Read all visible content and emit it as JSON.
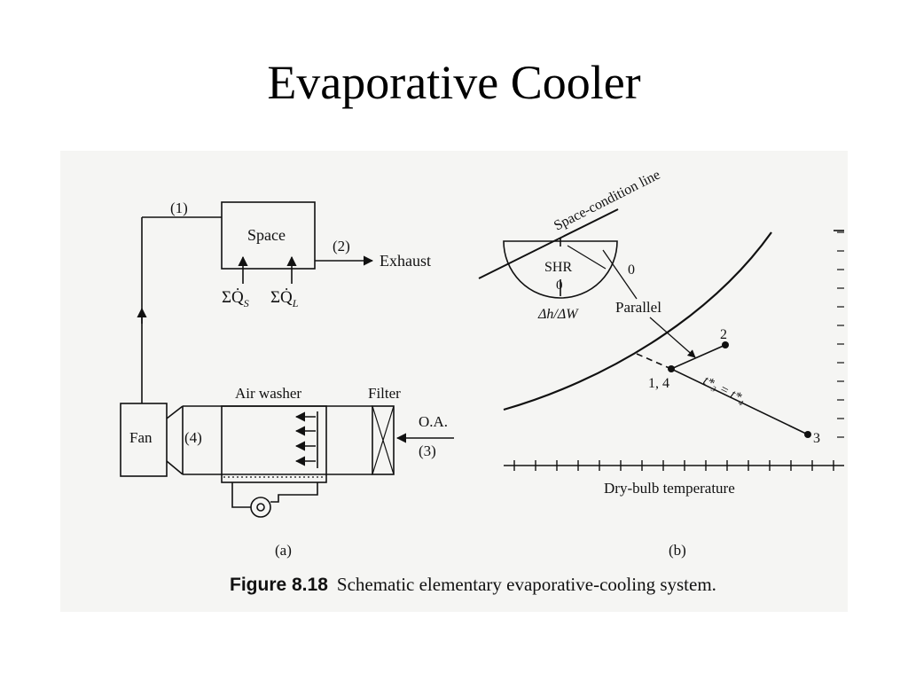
{
  "slide": {
    "title": "Evaporative Cooler"
  },
  "schematic": {
    "space_label": "Space",
    "state_1": "(1)",
    "state_2": "(2)",
    "state_3": "(3)",
    "state_4": "(4)",
    "exhaust_label": "Exhaust",
    "sensible_load": "ΣQ̇",
    "sensible_sub": "S",
    "latent_load": "ΣQ̇",
    "latent_sub": "L",
    "air_washer_label": "Air washer",
    "filter_label": "Filter",
    "fan_label": "Fan",
    "outside_air_label": "O.A.",
    "panel_label": "(a)"
  },
  "psychro": {
    "space_condition_label": "Space-condition line",
    "shr_label": "SHR",
    "zero_top": "0",
    "zero_inner": "0",
    "ratio_label": "Δh/ΔW",
    "parallel_label": "Parallel",
    "point_2": "2",
    "point_14": "1, 4",
    "point_3": "3",
    "wetbulb_label": "t*₃ = t*₄",
    "xaxis_label": "Dry-bulb temperature",
    "panel_label": "(b)"
  },
  "caption": {
    "figure_number": "Figure 8.18",
    "text": "Schematic elementary evaporative-cooling system."
  }
}
